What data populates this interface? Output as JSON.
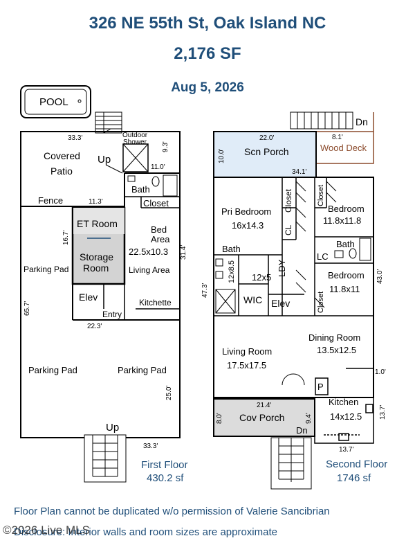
{
  "header": {
    "address": "326 NE 55th St, Oak Island NC",
    "area": "2,176 SF",
    "date": "Aug 5, 2026"
  },
  "first_floor": {
    "pool": "POOL",
    "outdoor_shower_1": "Outdoor",
    "outdoor_shower_2": "Shower",
    "covered_patio_1": "Covered",
    "covered_patio_2": "Patio",
    "up_top": "Up",
    "dim_33_3_top": "33.3'",
    "dim_9_3": "9.3'",
    "dim_11_0": "11.0'",
    "bath": "Bath",
    "closet": "Closet",
    "fence": "Fence",
    "dim_11_3": "11.3'",
    "et_room": "ET Room",
    "storage_1": "Storage",
    "storage_2": "Room",
    "dim_16_7": "16.7'",
    "bed_area_1": "Bed",
    "bed_area_2": "Area",
    "bed_area_dims": "22.5x10.3",
    "dim_31_4": "31.4'",
    "parking_pad_side": "Parking Pad",
    "living_area": "Living Area",
    "elev": "Elev",
    "kitchette": "Kitchette",
    "entry": "Entry",
    "dim_22_3": "22.3'",
    "dim_65_7": "65.7'",
    "parking_pad_left": "Parking Pad",
    "parking_pad_right": "Parking Pad",
    "dim_25_0": "25.0'",
    "up_bottom": "Up",
    "dim_33_3_bottom": "33.3'",
    "label": "First Floor",
    "sf": "430.2 sf"
  },
  "second_floor": {
    "dn_top": "Dn",
    "dim_22_0": "22.0'",
    "dim_8_1": "8.1'",
    "scn_porch": "Scn Porch",
    "wood_deck": "Wood Deck",
    "dim_10_0": "10.0'",
    "dim_34_1": "34.1'",
    "closet_a": "Closet",
    "closet_b": "Closet",
    "pri_bedroom": "Pri Bedroom",
    "pri_bedroom_dims": "16x14.3",
    "bedroom_1": "Bedroom",
    "bedroom_1_dims": "11.8x11.8",
    "cl": "CL",
    "bath_left": "Bath",
    "bath_right": "Bath",
    "lc": "LC",
    "dim_12x8_5": "12x8.5",
    "dim_12x5": "12x5",
    "ldy": "LDY",
    "bedroom_2": "Bedroom",
    "bedroom_2_dims": "11.8x11",
    "dim_43_0": "43.0'",
    "dim_47_3": "47.3'",
    "wic": "WIC",
    "elev": "Elev",
    "closet_c": "Closet",
    "living_room": "Living Room",
    "living_room_dims": "17.5x17.5",
    "dining_room": "Dining Room",
    "dining_room_dims": "13.5x12.5",
    "dim_1_0": "1.0'",
    "pantry": "P",
    "kitchen": "Kitchen",
    "kitchen_dims": "14x12.5",
    "dim_21_4": "21.4'",
    "dim_8_0": "8.0'",
    "cov_porch": "Cov Porch",
    "dim_9_4": "9.4'",
    "dn_bottom": "Dn",
    "dim_13_7_right": "13.7'",
    "dim_13_7_bottom": "13.7'",
    "label": "Second Floor",
    "sf": "1746 sf"
  },
  "footer": {
    "copyright_notice": "Floor Plan cannot be duplicated w/o permission of Valerie Sancibrian",
    "watermark": "©2026 Live MLS",
    "disclosure": "Disclosure: Interior walls and room sizes are approximate"
  }
}
